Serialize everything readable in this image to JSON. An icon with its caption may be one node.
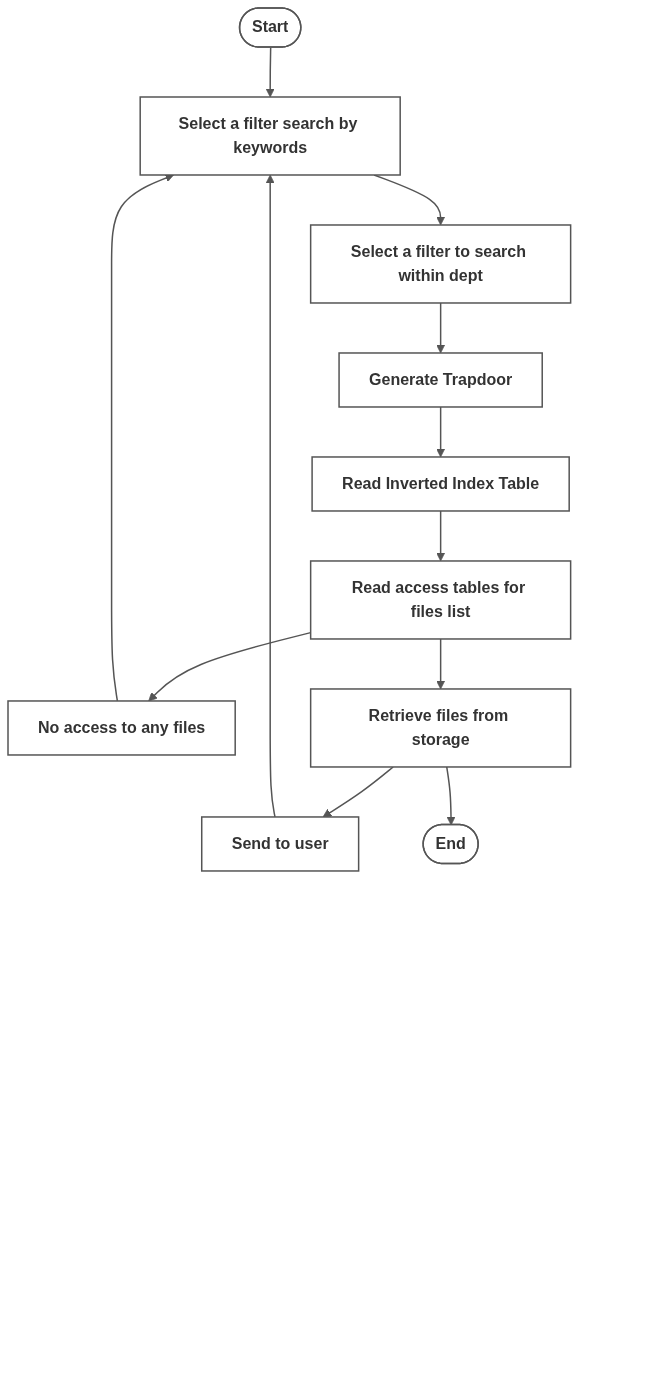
{
  "diagram": {
    "nodes": [
      {
        "text": [
          "Start"
        ]
      },
      {
        "text": [
          "Select a filter search by keywords"
        ]
      },
      {
        "text": [
          "Select a filter to search within dept"
        ]
      },
      {
        "text": [
          "Generate Trapdoor"
        ]
      },
      {
        "text": [
          "Read Inverted Index Table"
        ]
      },
      {
        "text": [
          "No access to any files"
        ]
      },
      {
        "text": [
          "Read access tables for files list"
        ]
      },
      {
        "text": [
          "Send to user"
        ]
      },
      {
        "text": [
          "Retrieve files from storage"
        ]
      },
      {
        "text": [
          "End"
        ]
      }
    ],
    "edges": [
      {
        "from": 0,
        "to": 1,
        "arrow": "to"
      },
      {
        "from": 1,
        "to": 2,
        "arrow": "to"
      },
      {
        "from": 2,
        "to": 3,
        "arrow": "to"
      },
      {
        "from": 3,
        "to": 4,
        "arrow": "to"
      },
      {
        "from": 4,
        "to": 6,
        "arrow": "to"
      },
      {
        "from": 6,
        "to": 5,
        "arrow": "to"
      },
      {
        "from": 5,
        "to": 1,
        "arrow": "to"
      },
      {
        "from": 6,
        "to": 8,
        "arrow": "to"
      },
      {
        "from": 8,
        "to": 7,
        "arrow": "to"
      },
      {
        "from": 7,
        "to": 1,
        "arrow": "to"
      },
      {
        "from": 8,
        "to": 9,
        "arrow": "to"
      }
    ]
  }
}
